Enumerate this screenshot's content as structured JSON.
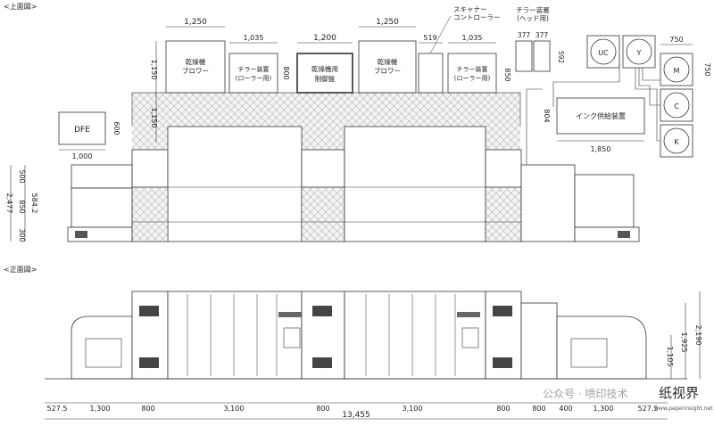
{
  "views": {
    "top_title": "<上面図>",
    "front_title": "<正面図>"
  },
  "units": {
    "dryer_left": {
      "width": "1,250",
      "label_1": "乾燥機",
      "label_2": "ブロワー",
      "height": "1,150"
    },
    "chiller_left": {
      "width": "1,035",
      "label_1": "チラー装置",
      "label_2": "(ローラー用)",
      "depth": "800"
    },
    "dryer_control": {
      "width": "1,200",
      "label_1": "乾燥機用",
      "label_2": "制御盤"
    },
    "dryer_right": {
      "width": "1,250",
      "label_1": "乾燥機",
      "label_2": "ブロワー"
    },
    "scanner_controller": {
      "width": "519",
      "label_1": "スキャナー",
      "label_2": "コントローラー"
    },
    "chiller_right": {
      "width": "1,035",
      "label_1": "チラー装置",
      "label_2": "(ローラー用)",
      "depth": "850"
    },
    "chiller_head": {
      "title_1": "チラー装置",
      "title_2": "(ヘッド用)",
      "width_a": "377",
      "width_b": "377",
      "depth": "592"
    },
    "dfe": {
      "label": "DFE",
      "width": "1,000",
      "depth": "600"
    },
    "ink_supply": {
      "label": "インク供給装置",
      "width": "1,850",
      "depth": "804"
    },
    "ink_tanks": {
      "uc": "UC",
      "y": "Y",
      "m": "M",
      "c": "C",
      "k": "K",
      "size_w": "750",
      "size_h": "750"
    },
    "corridor_depth": "1,150"
  },
  "top_left_dims": {
    "total": "2,477",
    "upper": "500",
    "mid": "850",
    "inner": "584.2",
    "low": "300"
  },
  "front_bottom_dims": [
    "527.5",
    "1,300",
    "800",
    "3,100",
    "800",
    "3,100",
    "800",
    "800",
    "400",
    "1,300",
    "527.5"
  ],
  "front_total": "13,455",
  "front_heights": {
    "h1": "1,105",
    "h2": "1,925",
    "h3": "2,190"
  },
  "watermark": {
    "text": "公众号 · 喷印技术",
    "brand": "纸视界",
    "url": "www.paperinsight.net"
  },
  "colors": {
    "line": "#333333",
    "hatch": "#9a9a9a",
    "bg": "#ffffff"
  }
}
